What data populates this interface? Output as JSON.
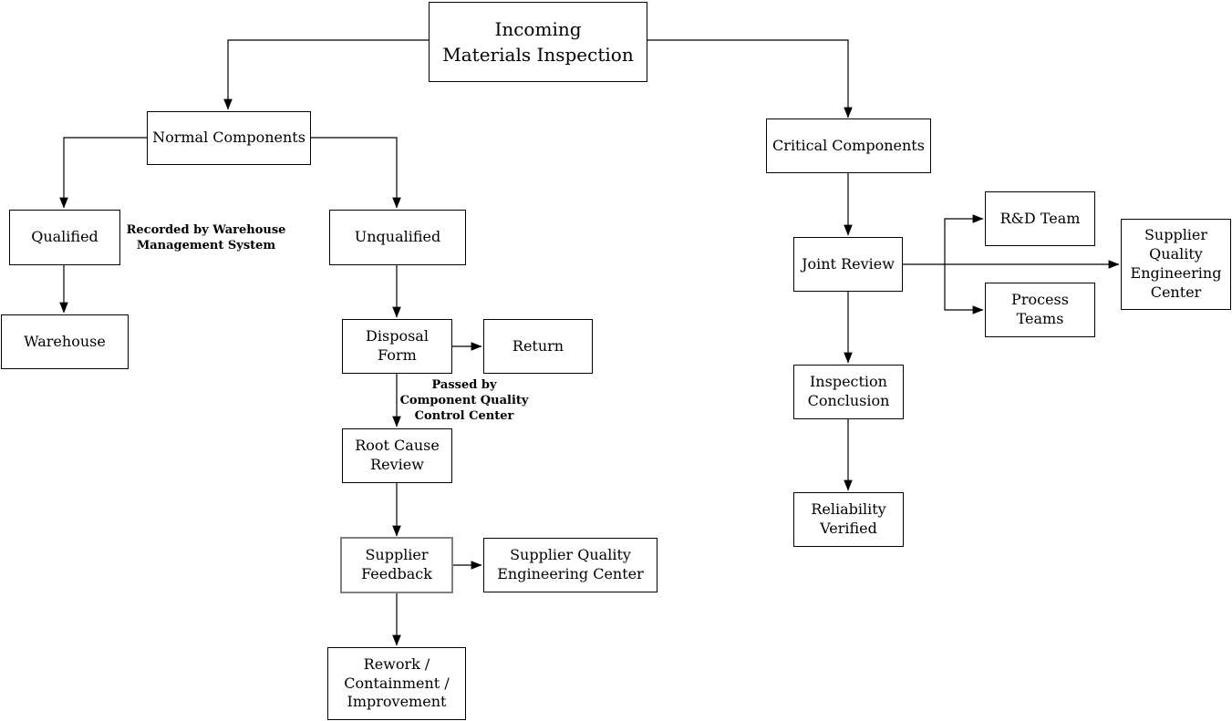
{
  "diagram": {
    "nodes": {
      "incoming": {
        "label": "Incoming\nMaterials Inspection"
      },
      "normal": {
        "label": "Normal Components"
      },
      "critical": {
        "label": "Critical Components"
      },
      "qualified": {
        "label": "Qualified"
      },
      "unqualified": {
        "label": "Unqualified"
      },
      "warehouse": {
        "label": "Warehouse"
      },
      "disposal": {
        "label": "Disposal\nForm"
      },
      "return": {
        "label": "Return"
      },
      "root_cause": {
        "label": "Root Cause\nReview"
      },
      "supplier_feedback": {
        "label": "Supplier\nFeedback"
      },
      "sqec_left": {
        "label": "Supplier Quality\nEngineering Center"
      },
      "rework": {
        "label": "Rework /\nContainment /\nImprovement"
      },
      "joint_review": {
        "label": "Joint Review"
      },
      "rd_team": {
        "label": "R&D Team"
      },
      "process_teams": {
        "label": "Process\nTeams"
      },
      "sqec_right": {
        "label": "Supplier\nQuality\nEngineering\nCenter"
      },
      "inspection_conclusion": {
        "label": "Inspection\nConclusion"
      },
      "reliability_verified": {
        "label": "Reliability\nVerified"
      }
    },
    "annotations": {
      "recorded_by": "Recorded by Warehouse\nManagement System",
      "passed_by": "Passed by\nComponent Quality\nControl Center"
    },
    "colors": {
      "background": "#ffffff",
      "line": "#000000",
      "box_border": "#000000",
      "highlight_border": "#808080",
      "text": "#000000"
    }
  }
}
